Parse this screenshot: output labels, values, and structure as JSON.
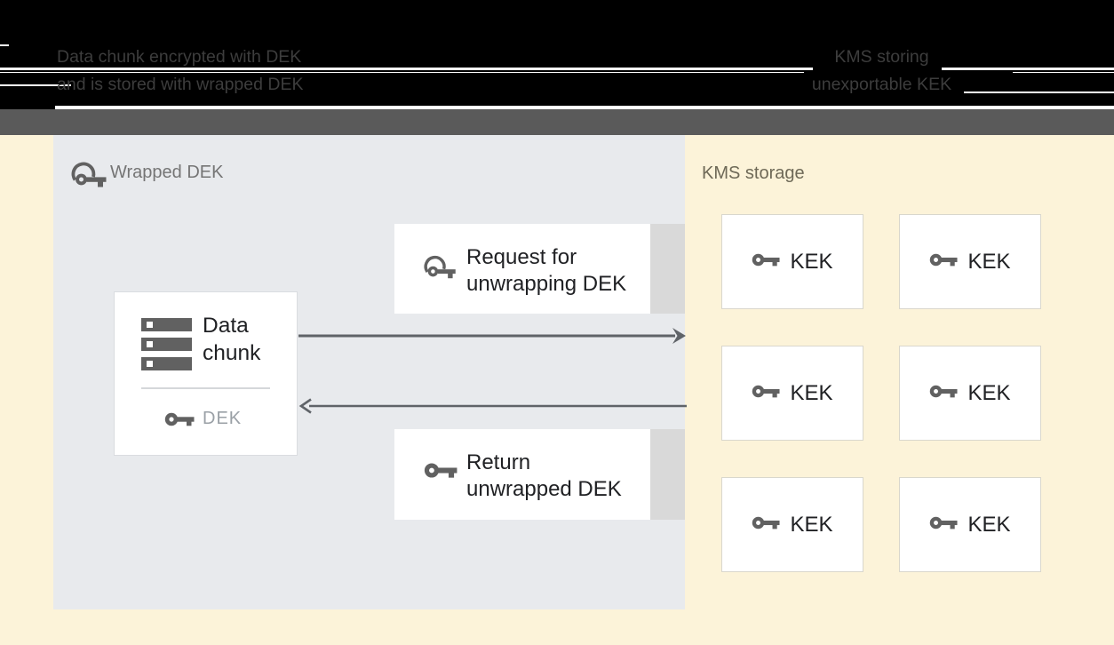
{
  "header": {
    "caption_left": "Data chunk encrypted with DEK\nand is stored with wrapped DEK",
    "caption_right": "KMS storing\nunexportable KEK"
  },
  "diagram": {
    "wrapped_dek_panel": {
      "label": "Wrapped DEK",
      "data_chunk": {
        "title": "Data\nchunk",
        "key_label": "DEK"
      },
      "request_box": {
        "text": "Request for\nunwrapping DEK"
      },
      "return_box": {
        "text": "Return\nunwrapped DEK"
      }
    },
    "kms": {
      "label": "KMS storage",
      "kek_label": "KEK",
      "kek_count": 6
    },
    "icons": {
      "wrapped_key": "wrapped-key-icon",
      "plain_key": "key-icon",
      "data_chunk": "storage-stack-icon"
    }
  },
  "colors": {
    "background": "#fcf3d9",
    "header_bg": "#000000",
    "header_text": "#3d3d3d",
    "band": "#5a5a5a",
    "panel": "#e8eaed",
    "box_shadow_strip": "#d9d9d9",
    "icon_gray": "#616161",
    "arrow": "#5f6368",
    "text_dark": "#202124",
    "label_gray": "#757575",
    "dek_gray": "#9aa0a6",
    "kms_label": "#6e6957"
  }
}
